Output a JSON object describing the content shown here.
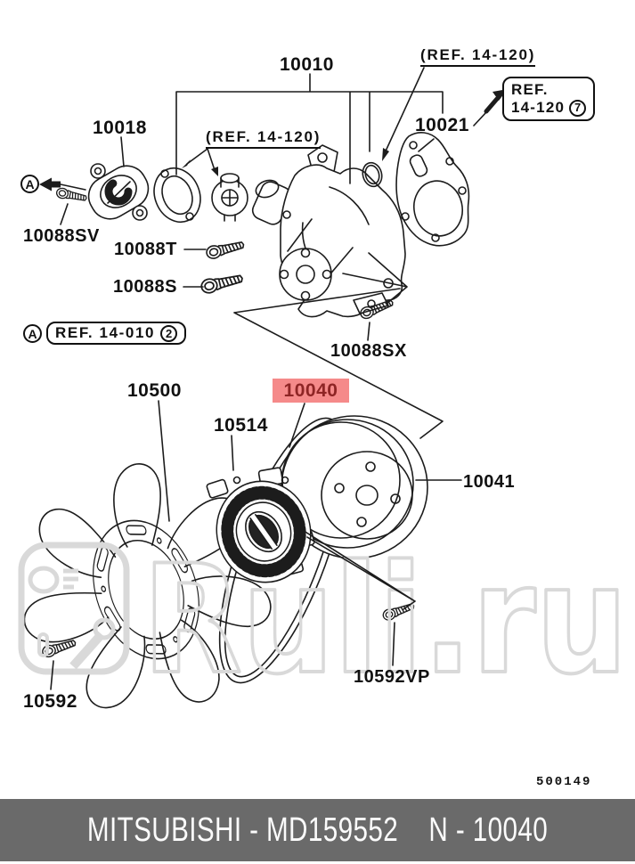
{
  "labels": {
    "p10010": "10010",
    "ref_top": "(REF. 14-120)",
    "ref_mid": "(REF. 14-120)",
    "refbox_line1": "REF.",
    "refbox_line2": "14-120",
    "refbox_circle": "7",
    "p10018": "10018",
    "p10021": "10021",
    "circle_a": "A",
    "p10088sv": "10088SV",
    "p10088t": "10088T",
    "p10088s": "10088S",
    "ref_a_text": "REF. 14-010",
    "ref_a_circle": "2",
    "p10088sx": "10088SX",
    "p10500": "10500",
    "p10040": "10040",
    "p10514": "10514",
    "p10041": "10041",
    "p10592": "10592",
    "p10592vp": "10592VP",
    "drawing_code": "500149"
  },
  "footer": {
    "brand_part": "MITSUBISHI - MD159552",
    "catalog_number": "N - 10040"
  },
  "watermark": {
    "text": "Ruli.ru"
  },
  "colors": {
    "highlight_bg": "#f58a8a",
    "highlight_text": "#8e2525",
    "footer_bg": "#6a6a6a",
    "footer_text": "#fbfbfb",
    "line_art": "#1c1c1c",
    "watermark": "#d9d9d9"
  }
}
